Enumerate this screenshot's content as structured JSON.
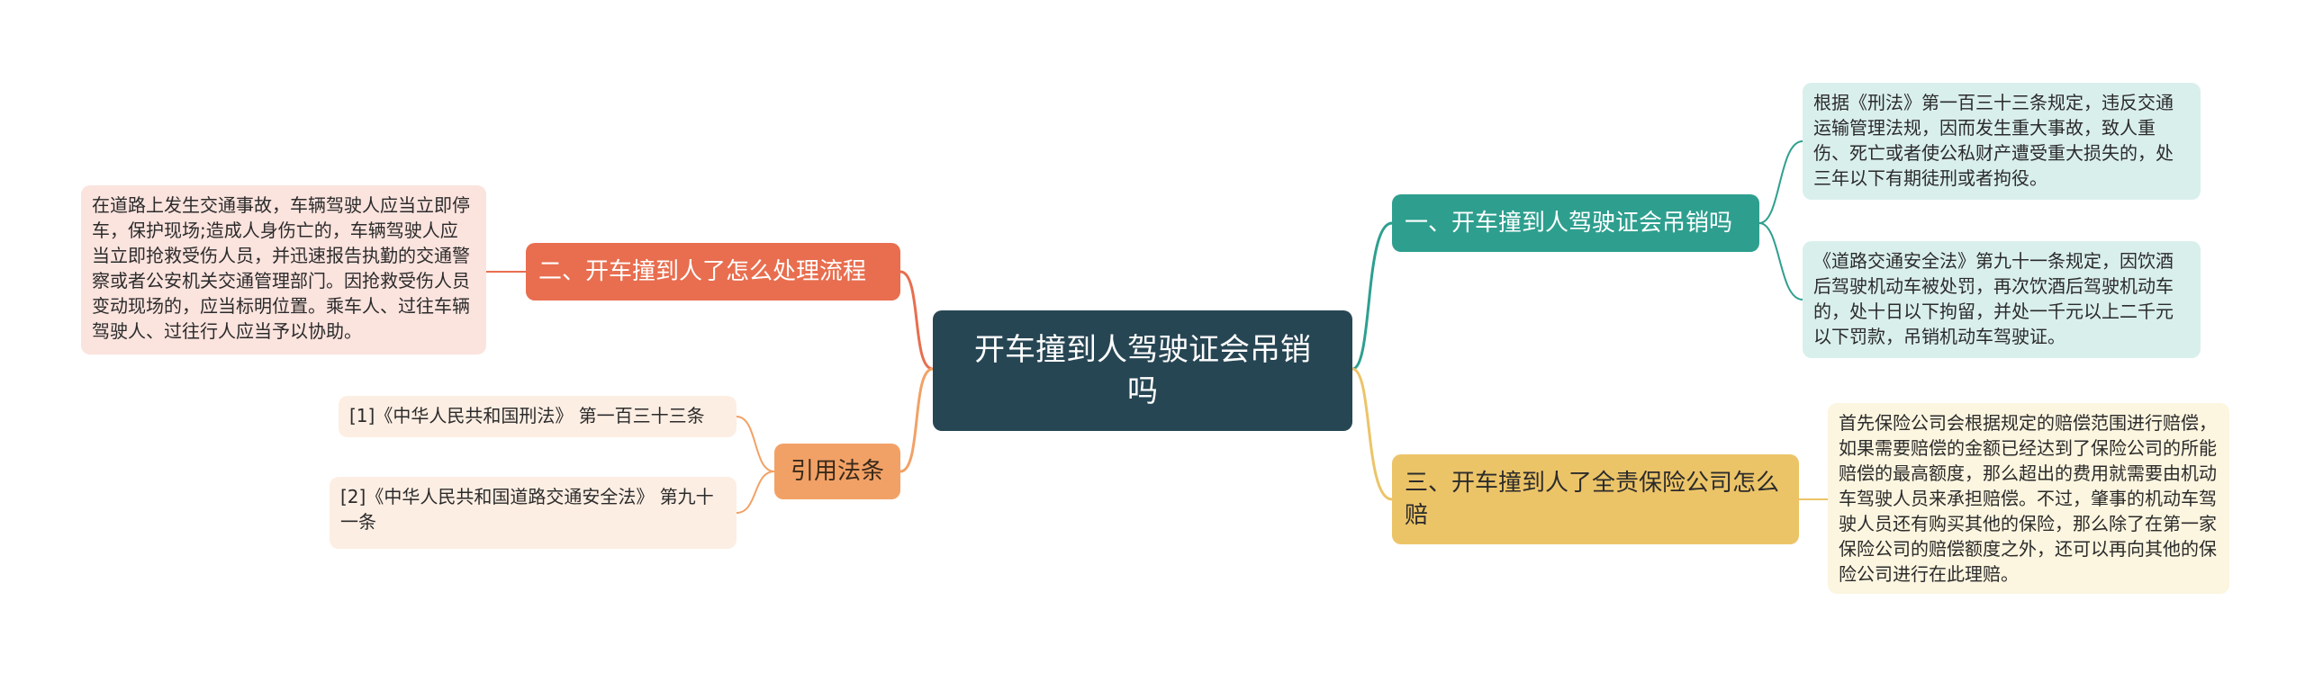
{
  "root": {
    "title": "开车撞到人驾驶证会吊销吗"
  },
  "branches": {
    "b1": {
      "label": "一、开车撞到人驾驶证会吊销吗",
      "details": [
        "根据《刑法》第一百三十三条规定，违反交通运输管理法规，因而发生重大事故，致人重伤、死亡或者使公私财产遭受重大损失的，处三年以下有期徒刑或者拘役。",
        "《道路交通安全法》第九十一条规定，因饮酒后驾驶机动车被处罚，再次饮酒后驾驶机动车的，处十日以下拘留，并处一千元以上二千元以下罚款，吊销机动车驾驶证。"
      ]
    },
    "b2": {
      "label": "二、开车撞到人了怎么处理流程",
      "detail": "在道路上发生交通事故，车辆驾驶人应当立即停车，保护现场;造成人身伤亡的，车辆驾驶人应当立即抢救受伤人员，并迅速报告执勤的交通警察或者公安机关交通管理部门。因抢救受伤人员变动现场的，应当标明位置。乘车人、过往车辆驾驶人、过往行人应当予以协助。"
    },
    "b3": {
      "label": "三、开车撞到人了全责保险公司怎么赔",
      "detail": "首先保险公司会根据规定的赔偿范围进行赔偿，如果需要赔偿的金额已经达到了保险公司的所能赔偿的最高额度，那么超出的费用就需要由机动车驾驶人员来承担赔偿。不过，肇事的机动车驾驶人员还有购买其他的保险，那么除了在第一家保险公司的赔偿额度之外，还可以再向其他的保险公司进行在此理赔。"
    },
    "citations": {
      "label": "引用法条",
      "items": [
        "[1]《中华人民共和国刑法》 第一百三十三条",
        "[2]《中华人民共和国道路交通安全法》 第九十一条"
      ]
    }
  },
  "colors": {
    "root": "#274654",
    "teal": "#2e9f8f",
    "orange": "#e86e4f",
    "citation": "#f2a166",
    "yellow": "#ecc468"
  }
}
